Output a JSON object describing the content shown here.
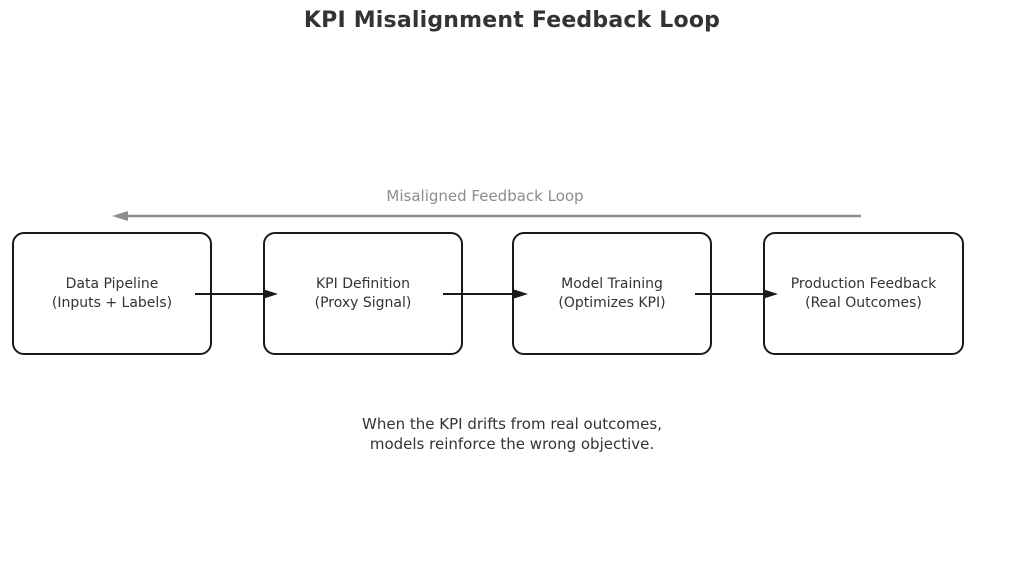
{
  "title": "KPI Misalignment Feedback Loop",
  "feedback_loop": {
    "label": "Misaligned Feedback Loop"
  },
  "boxes": [
    {
      "line1": "Data Pipeline",
      "line2": "(Inputs + Labels)"
    },
    {
      "line1": "KPI Definition",
      "line2": "(Proxy Signal)"
    },
    {
      "line1": "Model Training",
      "line2": "(Optimizes KPI)"
    },
    {
      "line1": "Production Feedback",
      "line2": "(Real Outcomes)"
    }
  ],
  "caption": {
    "line1": "When the KPI drifts from real outcomes,",
    "line2": "models reinforce the wrong objective."
  },
  "colors": {
    "background": "#ffffff",
    "title_text": "#333333",
    "box_border": "#1a1a1a",
    "box_text": "#333333",
    "forward_arrow": "#1a1a1a",
    "feedback_arrow": "#8c8c8c",
    "caption_text": "#333333"
  }
}
